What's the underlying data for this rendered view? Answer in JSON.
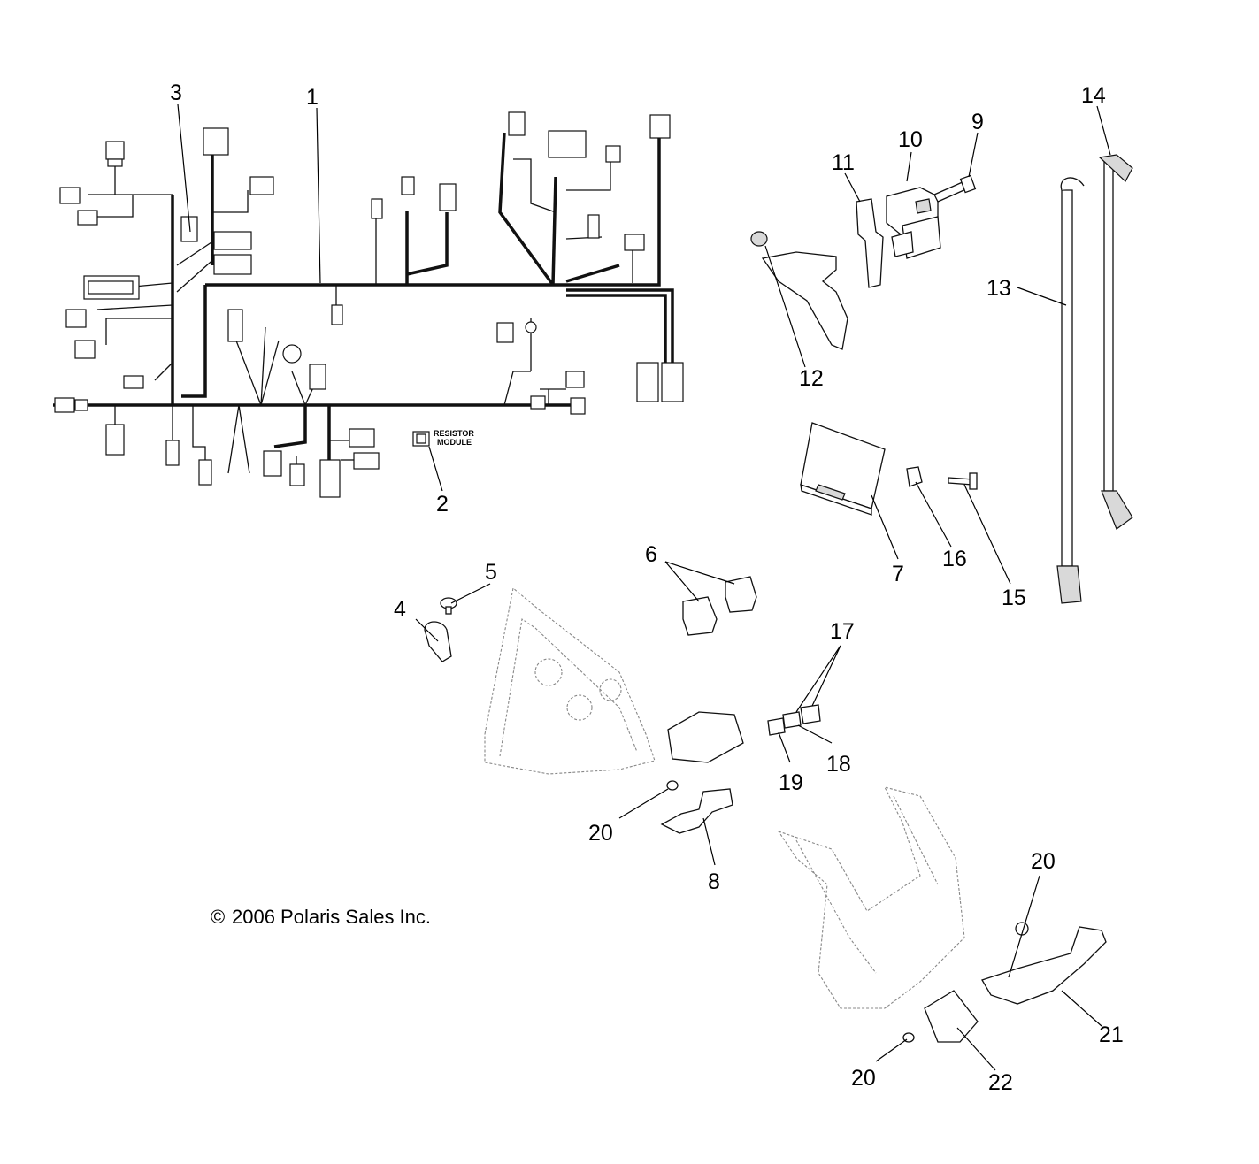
{
  "copyright": "2006 Polaris Sales Inc.",
  "copyright_symbol": "©",
  "resistor_module_label_line1": "RESISTOR",
  "resistor_module_label_line2": "MODULE",
  "callouts": {
    "c1": "1",
    "c2": "2",
    "c3": "3",
    "c4": "4",
    "c5": "5",
    "c6": "6",
    "c7": "7",
    "c8": "8",
    "c9": "9",
    "c10": "10",
    "c11": "11",
    "c12": "12",
    "c13": "13",
    "c14": "14",
    "c15": "15",
    "c16": "16",
    "c17": "17",
    "c18": "18",
    "c19": "19",
    "c20a": "20",
    "c20b": "20",
    "c20c": "20",
    "c21": "21",
    "c22": "22"
  }
}
